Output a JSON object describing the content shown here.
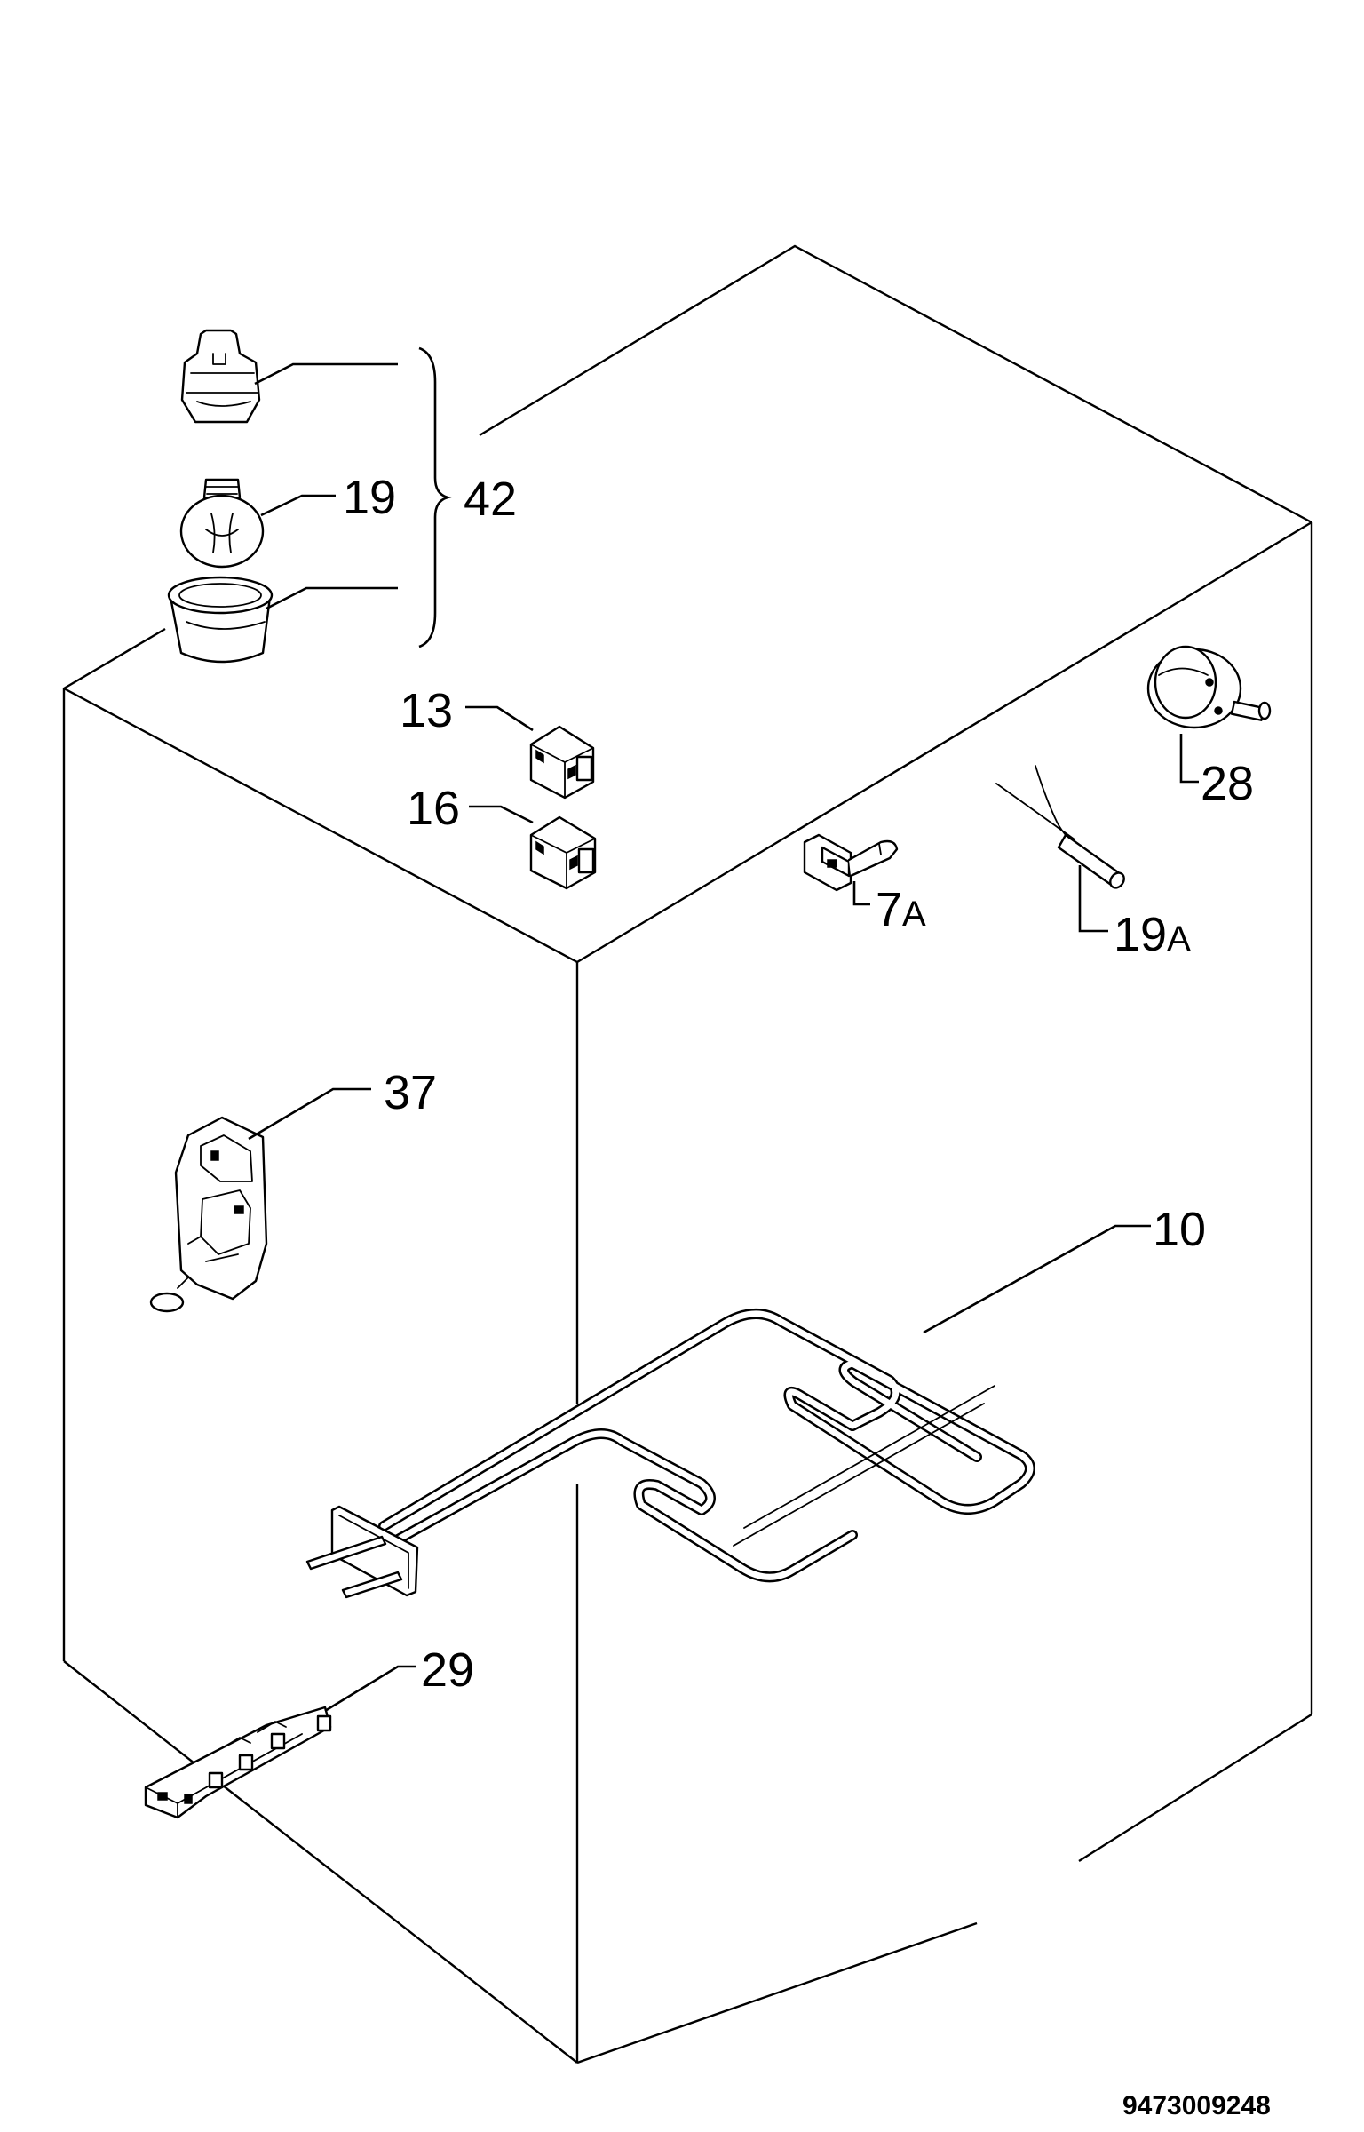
{
  "diagram": {
    "callouts": {
      "c42": "42",
      "c19": "19",
      "c13": "13",
      "c16": "16",
      "c28": "28",
      "c7a_num": "7",
      "c7a_letter": "A",
      "c19a_num": "19",
      "c19a_letter": "A",
      "c37": "37",
      "c10": "10",
      "c29": "29"
    },
    "drawing_number": "9473009248"
  }
}
